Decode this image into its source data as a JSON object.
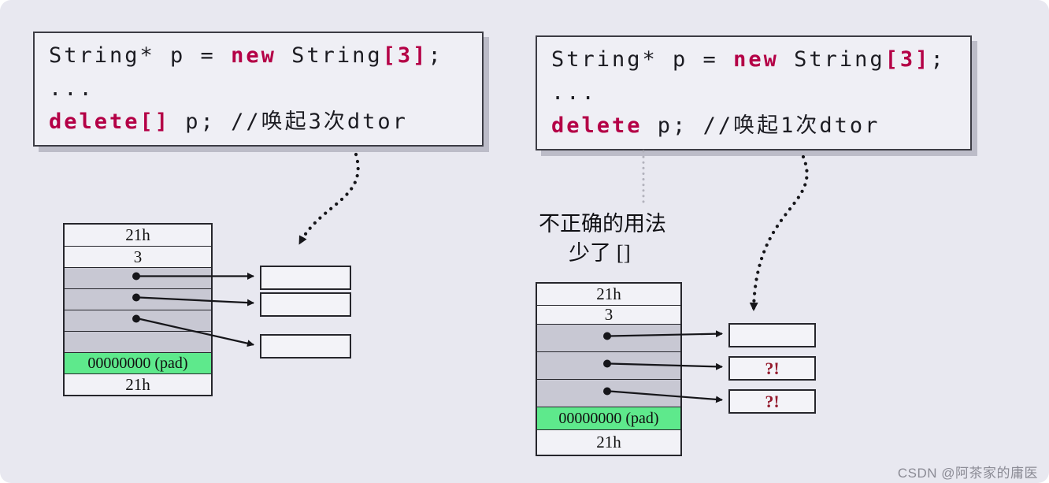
{
  "colors": {
    "background": "#e8e8f0",
    "keyword_red": "#b40046",
    "alert_red": "#951b2e",
    "pad_green": "#5ee98c",
    "pointer_cell_gray": "#c8c8d3"
  },
  "left_code": {
    "l1_a": "String* p = ",
    "l1_kw": "new",
    "l1_b": " String",
    "l1_br": "[3]",
    "l1_c": ";",
    "l2": "...",
    "l3_kw": "delete[]",
    "l3_rest": " p; //唤起3次dtor"
  },
  "right_code": {
    "l1_a": "String* p = ",
    "l1_kw": "new",
    "l1_b": " String",
    "l1_br": "[3]",
    "l1_c": ";",
    "l2": "...",
    "l3_kw": "delete",
    "l3_rest": " p; //唤起1次dtor"
  },
  "left_stack": {
    "cookie_top": "21h",
    "count": "3",
    "pad": "00000000 (pad)",
    "cookie_bottom": "21h"
  },
  "right_stack": {
    "cookie_top": "21h",
    "count": "3",
    "pad": "00000000 (pad)",
    "cookie_bottom": "21h"
  },
  "right_note": {
    "line1": "不正确的用法",
    "line2": "少了 []"
  },
  "right_targets": {
    "t1": "",
    "t2": "?!",
    "t3": "?!"
  },
  "left_targets": {
    "t1": "",
    "t2": "",
    "t3": ""
  },
  "watermark": "CSDN @阿茶家的庸医"
}
